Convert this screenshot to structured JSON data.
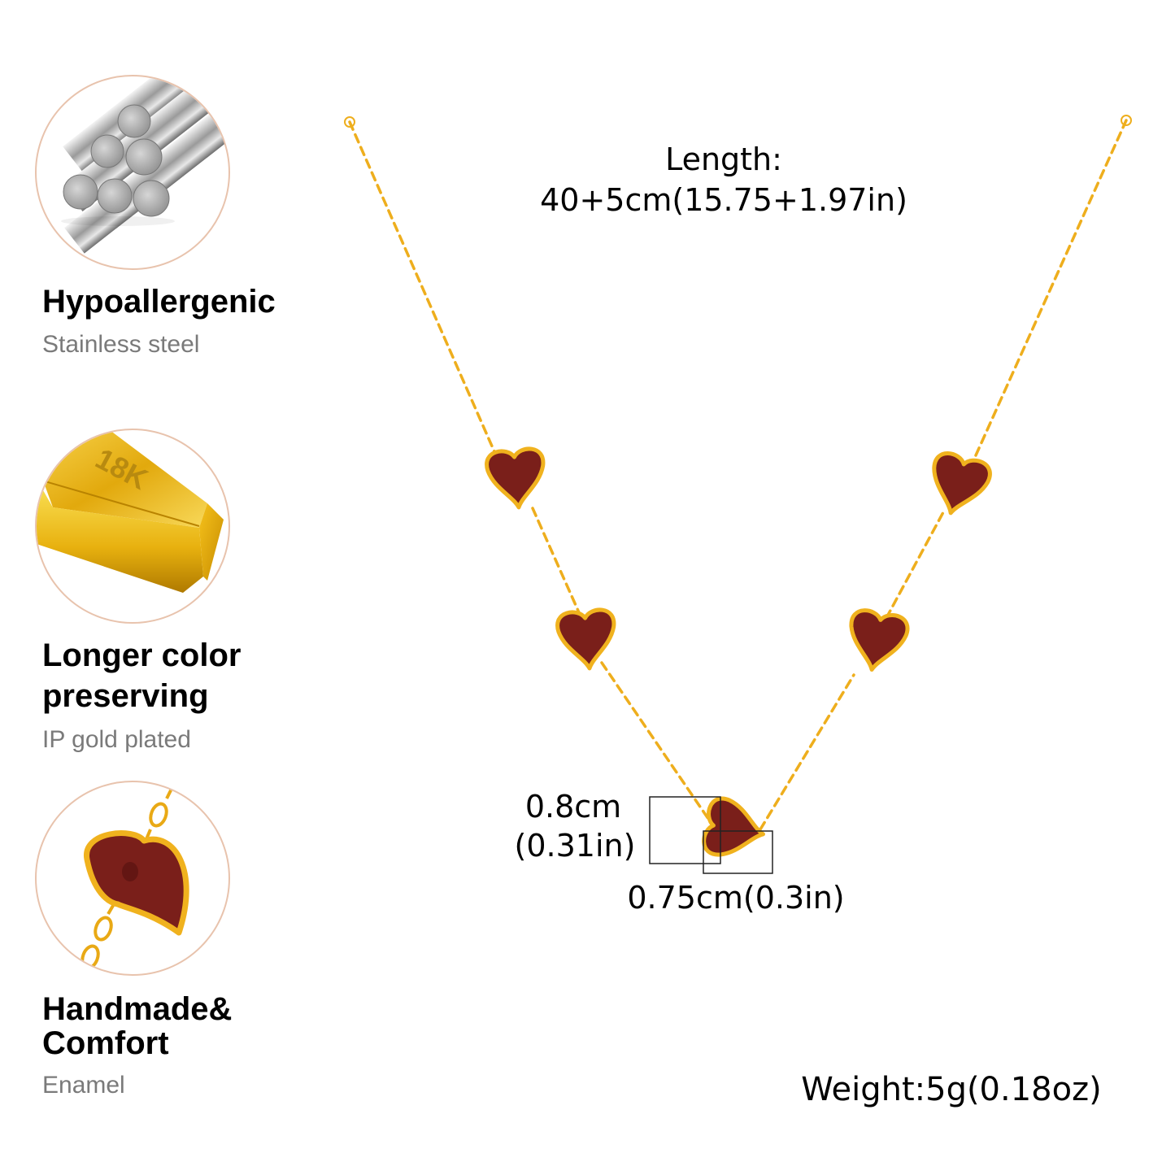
{
  "features": [
    {
      "title": "Hypoallergenic",
      "subtitle": "Stainless steel",
      "icon": "steel-rods-icon"
    },
    {
      "title_line1": "Longer color",
      "title_line2": "preserving",
      "subtitle": "IP gold plated",
      "icon": "gold-bar-icon",
      "badge": "18K"
    },
    {
      "title_line1": "Handmade&",
      "title_line2": "Comfort",
      "subtitle": "Enamel",
      "icon": "enamel-heart-icon"
    }
  ],
  "specs": {
    "length_label": "Length:",
    "length_value": "40+5cm(15.75+1.97in)",
    "height_value": "0.8cm",
    "height_value_in": "(0.31in)",
    "width_value": "0.75cm(0.3in)",
    "weight": "Weight:5g(0.18oz)"
  },
  "colors": {
    "gold": "#f0b21e",
    "enamel": "#7a1f1a",
    "circle_border": "#e8c3ad",
    "subtitle_gray": "#7a7a7a"
  }
}
